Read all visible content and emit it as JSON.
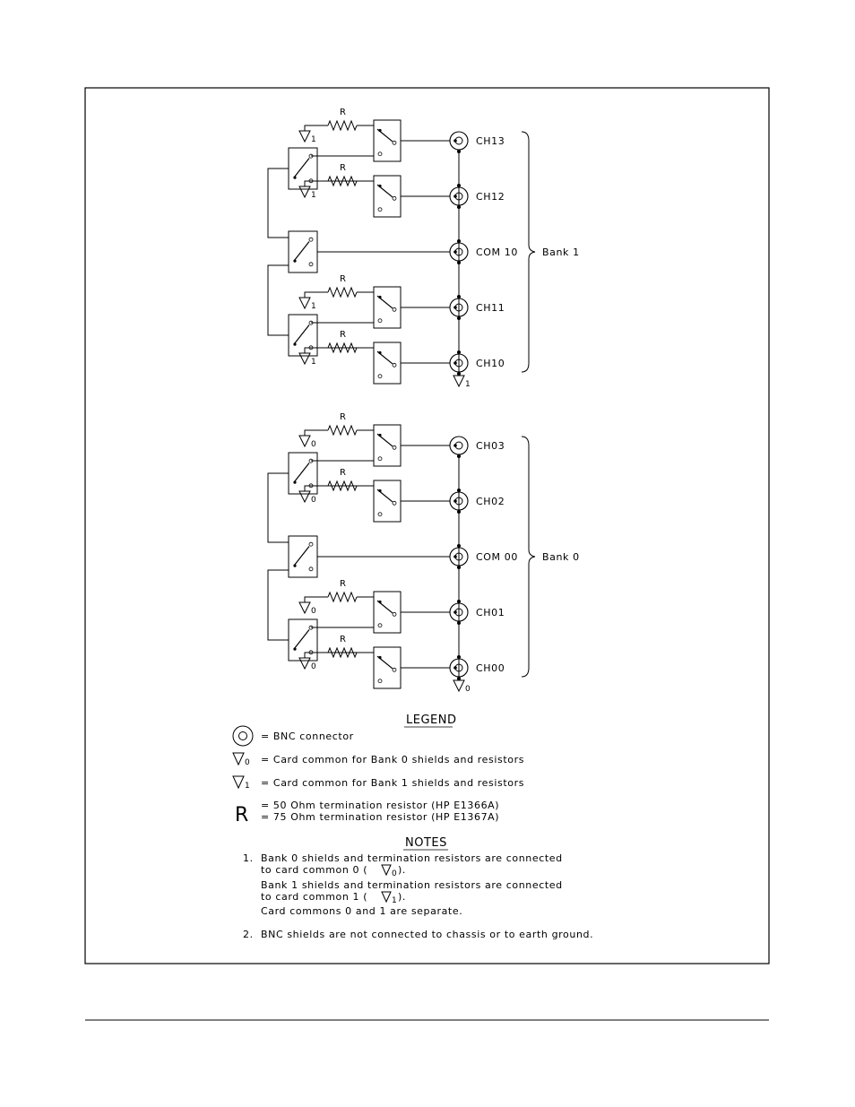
{
  "bank1": {
    "channels": [
      "CH13",
      "CH12",
      "COM 10",
      "CH11",
      "CH10"
    ],
    "label": "Bank 1",
    "resistor": "R",
    "ground_sub": "1"
  },
  "bank0": {
    "channels": [
      "CH03",
      "CH02",
      "COM 00",
      "CH01",
      "CH00"
    ],
    "label": "Bank 0",
    "resistor": "R",
    "ground_sub": "0"
  },
  "legend": {
    "title": "LEGEND",
    "bnc": "= BNC connector",
    "gnd0_sub": "0",
    "gnd0": "= Card common for Bank 0 shields and resistors",
    "gnd1_sub": "1",
    "gnd1": "= Card common for Bank 1 shields and resistors",
    "r_symbol": "R",
    "r_line1": "= 50 Ohm termination resistor (HP E1366A)",
    "r_line2": "= 75 Ohm termination resistor (HP E1367A)"
  },
  "notes": {
    "title": "NOTES",
    "n1_num": "1.",
    "n1_l1": "Bank 0 shields and termination resistors are connected",
    "n1_l2a": "to card common 0 (",
    "n1_l2_sub": "0",
    "n1_l2b": ").",
    "n1_l3": "Bank 1 shields and termination resistors are connected",
    "n1_l4a": "to card common 1 (",
    "n1_l4_sub": "1",
    "n1_l4b": ").",
    "n1_l5": "Card commons 0 and 1 are separate.",
    "n2_num": "2.",
    "n2": "BNC shields are not connected to chassis or to earth ground."
  }
}
